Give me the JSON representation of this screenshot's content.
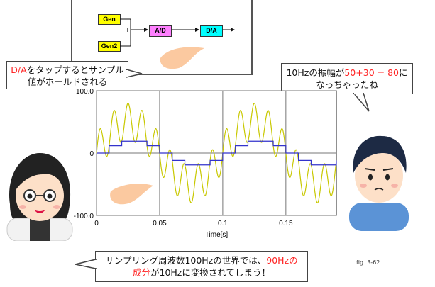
{
  "block_diagram": {
    "gen_label": "Gen",
    "gen2_label": "Gen2",
    "plus_label": "+",
    "ad_label": "A/D",
    "da_label": "D/A"
  },
  "bubble_left": {
    "red_part": "D/A",
    "line1_rest": "をタップするとサンプル",
    "line2": "値がホールドされる"
  },
  "bubble_right": {
    "line1_pre": "10Hzの振幅が",
    "line1_red": "50+30 = 80",
    "line1_post": "に",
    "line2": "なっちゃったね"
  },
  "bubble_bottom": {
    "line1_pre": "サンプリング周波数100Hzの世界では、",
    "line1_red": "90Hzの",
    "line2_red": "成分",
    "line2_post": "が10Hzに変換されてしまう！"
  },
  "figure_label": "fig. 3-62",
  "chart_data": {
    "type": "line",
    "xlabel": "Time[s]",
    "x_ticks": [
      "0",
      "0.05",
      "0.1",
      "0.15"
    ],
    "y_ticks": [
      "100.0",
      "0",
      "-100.0"
    ],
    "xlim": [
      0,
      0.19
    ],
    "ylim": [
      -100,
      100
    ],
    "grid": true,
    "series": [
      {
        "kind": "analog",
        "color": "#c8c800",
        "components": [
          {
            "freq_hz": 10,
            "amplitude": 50
          },
          {
            "freq_hz": 90,
            "amplitude": 30
          }
        ]
      },
      {
        "kind": "sample_and_hold",
        "color": "#3333cc",
        "sample_rate_hz": 100
      }
    ]
  },
  "colors": {
    "gen": "#ffff00",
    "ad": "#ff80ff",
    "da": "#00ffff",
    "highlight": "#ff2222"
  }
}
